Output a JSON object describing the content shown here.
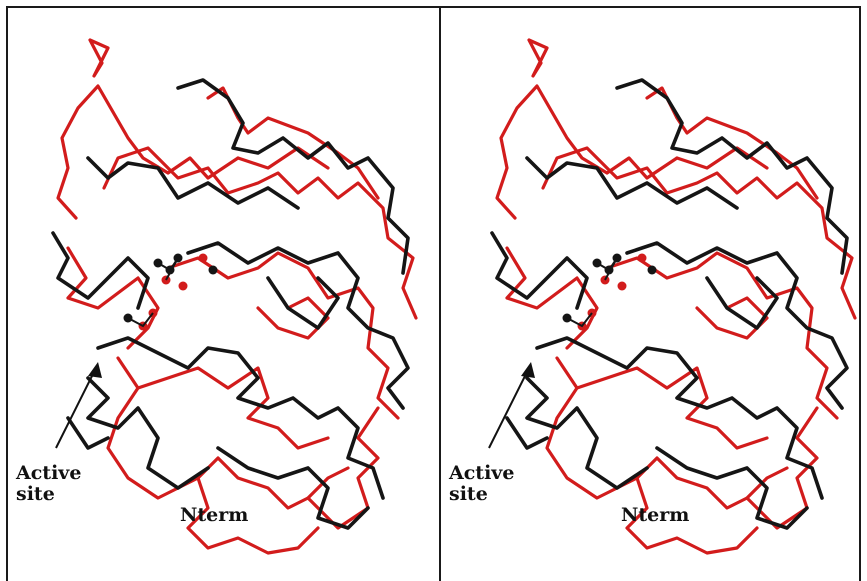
{
  "figure": {
    "panels": [
      {
        "id": "left",
        "active_site_line1": "Active",
        "active_site_line2": "site",
        "nterm": "Nterm"
      },
      {
        "id": "right",
        "active_site_line1": "Active",
        "active_site_line2": "site",
        "nterm": "Nterm"
      }
    ],
    "colors": {
      "trace_red": "#d21c1c",
      "trace_black": "#151515",
      "frame": "#1a1a1a"
    }
  }
}
